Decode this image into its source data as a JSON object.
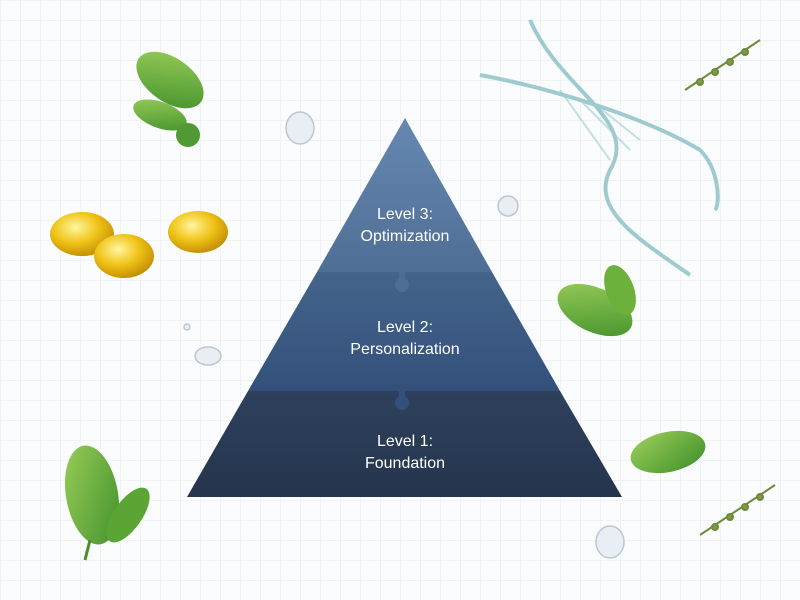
{
  "pyramid": {
    "levels": [
      {
        "title": "Level 3:",
        "name": "Optimization",
        "color": "#59799f"
      },
      {
        "title": "Level 2:",
        "name": "Personalization",
        "color": "#3d5b80"
      },
      {
        "title": "Level 1:",
        "name": "Foundation",
        "color": "#2a3b55"
      }
    ]
  }
}
